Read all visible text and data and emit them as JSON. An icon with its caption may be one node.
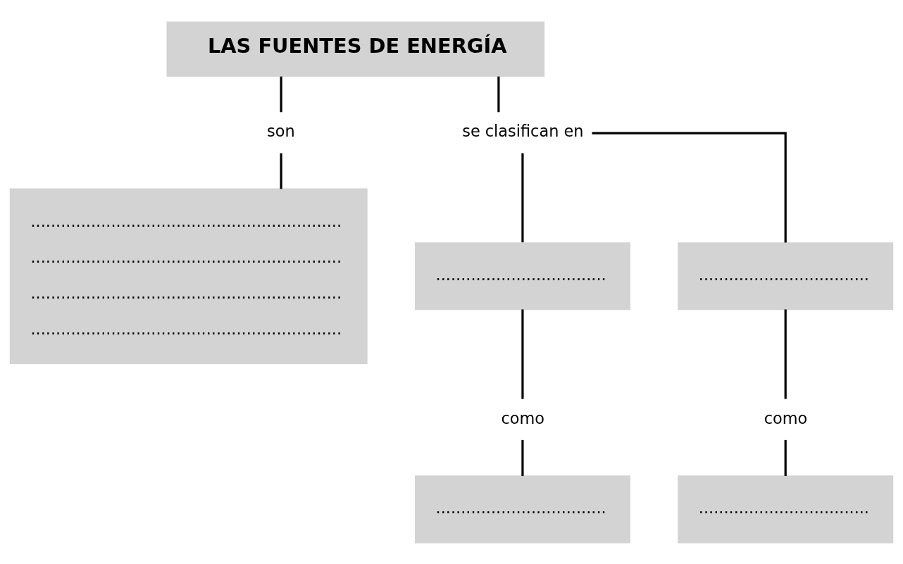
{
  "diagram": {
    "nodes": [
      {
        "text": [
          "LAS FUENTES DE ENERGÍA"
        ]
      },
      {
        "text": [
          "son"
        ]
      },
      {
        "text": [
          "se clasifican en"
        ]
      },
      {
        "text": [
          "..............................................................",
          "..............................................................",
          "..............................................................",
          ".............................................................."
        ]
      },
      {
        "text": [
          ".................................."
        ]
      },
      {
        "text": [
          ".................................."
        ]
      },
      {
        "text": [
          "como"
        ]
      },
      {
        "text": [
          "como"
        ]
      },
      {
        "text": [
          ".................................."
        ]
      },
      {
        "text": [
          ".................................."
        ]
      }
    ],
    "edges": [
      {
        "from": 0,
        "to": 1,
        "arrow": "none"
      },
      {
        "from": 0,
        "to": 2,
        "arrow": "none"
      },
      {
        "from": 1,
        "to": 3,
        "arrow": "none"
      },
      {
        "from": 2,
        "to": 4,
        "arrow": "none"
      },
      {
        "from": 2,
        "to": 5,
        "arrow": "none"
      },
      {
        "from": 4,
        "to": 6,
        "arrow": "none"
      },
      {
        "from": 5,
        "to": 7,
        "arrow": "none"
      },
      {
        "from": 6,
        "to": 8,
        "arrow": "none"
      },
      {
        "from": 7,
        "to": 9,
        "arrow": "none"
      }
    ]
  }
}
